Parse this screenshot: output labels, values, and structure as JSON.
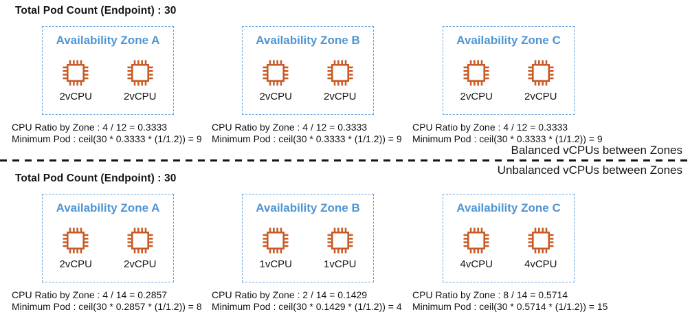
{
  "colors": {
    "accent_blue": "#4E95D3",
    "accent_orange": "#C85C28",
    "text": "#141414",
    "background": "#FFFFFF"
  },
  "icons": {
    "cpu_chip": "cpu-chip-icon"
  },
  "divider": {
    "above_label": "Balanced vCPUs between Zones",
    "below_label": "Unbalanced vCPUs between Zones"
  },
  "sections": [
    {
      "id": "balanced",
      "total_pod_label": "Total Pod Count (Endpoint) : 30",
      "zones": [
        {
          "title": "Availability Zone A",
          "cpus": [
            "2vCPU",
            "2vCPU"
          ],
          "ratio_line": "CPU Ratio by Zone : 4 / 12 = 0.3333",
          "min_pod_line": "Minimum Pod : ceil(30 * 0.3333 * (1/1.2)) = 9"
        },
        {
          "title": "Availability Zone B",
          "cpus": [
            "2vCPU",
            "2vCPU"
          ],
          "ratio_line": "CPU Ratio by Zone : 4 / 12 = 0.3333",
          "min_pod_line": "Minimum Pod : ceil(30 * 0.3333 * (1/1.2)) = 9"
        },
        {
          "title": "Availability Zone C",
          "cpus": [
            "2vCPU",
            "2vCPU"
          ],
          "ratio_line": "CPU Ratio by Zone : 4 / 12 = 0.3333",
          "min_pod_line": "Minimum Pod : ceil(30 * 0.3333 * (1/1.2)) = 9"
        }
      ]
    },
    {
      "id": "unbalanced",
      "total_pod_label": "Total Pod Count (Endpoint) : 30",
      "zones": [
        {
          "title": "Availability Zone A",
          "cpus": [
            "2vCPU",
            "2vCPU"
          ],
          "ratio_line": "CPU Ratio by Zone : 4 / 14 = 0.2857",
          "min_pod_line": "Minimum Pod : ceil(30 * 0.2857 * (1/1.2)) = 8"
        },
        {
          "title": "Availability Zone B",
          "cpus": [
            "1vCPU",
            "1vCPU"
          ],
          "ratio_line": "CPU Ratio by Zone : 2 / 14 = 0.1429",
          "min_pod_line": "Minimum Pod : ceil(30 * 0.1429 * (1/1.2)) = 4"
        },
        {
          "title": "Availability Zone C",
          "cpus": [
            "4vCPU",
            "4vCPU"
          ],
          "ratio_line": "CPU Ratio by Zone : 8 / 14 = 0.5714",
          "min_pod_line": "Minimum Pod : ceil(30 * 0.5714 * (1/1.2)) = 15"
        }
      ]
    }
  ]
}
